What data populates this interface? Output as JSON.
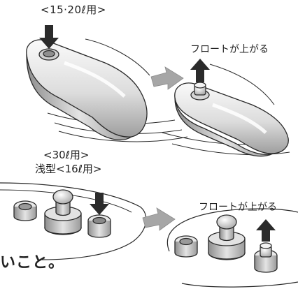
{
  "labels": {
    "top_size": "<15·20ℓ用>",
    "float_rises_1": "フロートが上がる",
    "mid_size_30": "<30ℓ用>",
    "mid_size_shallow_16": "浅型<16ℓ用>",
    "float_rises_2": "フロートが上がる",
    "note_fragment": "いこと。"
  },
  "colors": {
    "line": "#2a2a2a",
    "body_light": "#f4f4f4",
    "body_shade": "#b9b9b9",
    "arrow_dark": "#2b2b2b",
    "arrow_grey": "#a6a6a6"
  },
  "icons": [
    "down-arrow-icon",
    "up-arrow-icon",
    "right-arrow-icon"
  ]
}
